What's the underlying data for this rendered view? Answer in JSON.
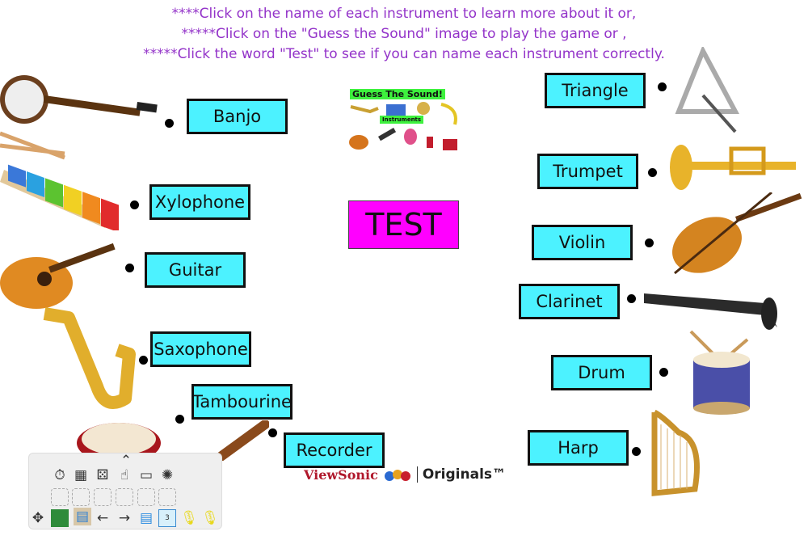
{
  "instructions": [
    "****Click on the name of each instrument to learn more about it or,",
    "*****Click on the \"Guess the Sound\" image to play the game or ,",
    "*****Click the word \"Test\" to see if you can name each instrument correctly."
  ],
  "instruments": {
    "banjo": "Banjo",
    "xylophone": "Xylophone",
    "guitar": "Guitar",
    "saxophone": "Saxophone",
    "tambourine": "Tambourine",
    "recorder": "Recorder",
    "triangle": "Triangle",
    "trumpet": "Trumpet",
    "violin": "Violin",
    "clarinet": "Clarinet",
    "drum": "Drum",
    "harp": "Harp"
  },
  "game": {
    "title": "Guess The Sound!",
    "subtitle": "Instruments"
  },
  "test_label": "TEST",
  "logo": {
    "brand": "ViewSonic",
    "product": "Originals™"
  },
  "toolbar": {
    "page_number": "3"
  },
  "colors": {
    "label_bg": "#4cf2ff",
    "test_bg": "#ff00ff",
    "instruction_text": "#9333c9"
  }
}
